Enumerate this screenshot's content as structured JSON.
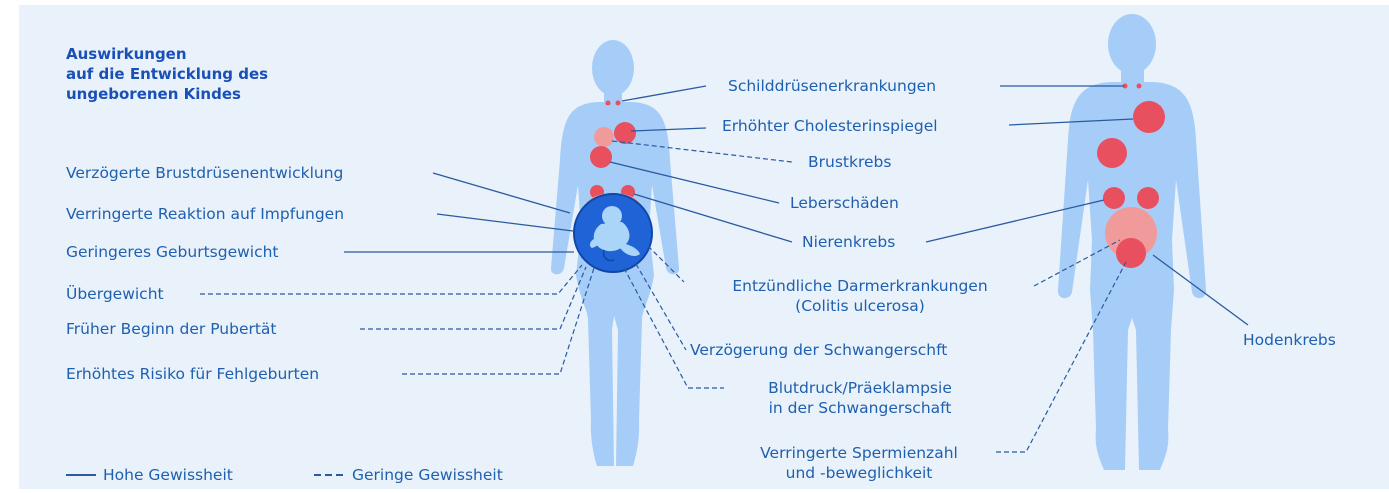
{
  "title_lines": [
    "Auswirkungen",
    "auf die Entwicklung des",
    "ungeborenen Kindes"
  ],
  "left_labels": {
    "brust": "Verzögerte Brustdrüsenentwicklung",
    "impf": "Verringerte Reaktion auf Impfungen",
    "geburt": "Geringeres Geburtsgewicht",
    "ueber": "Übergewicht",
    "puber": "Früher Beginn der Pubertät",
    "fehl": "Erhöhtes Risiko für Fehlgeburten"
  },
  "center_labels": {
    "schild": "Schilddrüsenerkrankungen",
    "chol": "Erhöhter Cholesterinspiegel",
    "brustkrebs": "Brustkrebs",
    "leber": "Leberschäden",
    "niere": "Nierenkrebs",
    "darm1": "Entzündliche Darmerkrankungen",
    "darm2": "(Colitis ulcerosa)",
    "schwanger": "Verzögerung der Schwangerschft",
    "blut1": "Blutdruck/Präeklampsie",
    "blut2": "in der Schwangerschaft",
    "sperm1": "Verringerte Spermienzahl",
    "sperm2": "und -beweglichkeit"
  },
  "right_labels": {
    "hoden": "Hodenkrebs"
  },
  "legend": {
    "high": "Hohe Gewissheit",
    "low": "Geringe Gewissheit"
  },
  "colors": {
    "background": "#e9f2fa",
    "body": "#a6cdf8",
    "text": "#1f5fb0",
    "title": "#1a4fb8",
    "organ": "#e8505f",
    "organ_light": "#f19a9c",
    "fetus": "#1f63d6",
    "line": "#2a5aa0"
  }
}
